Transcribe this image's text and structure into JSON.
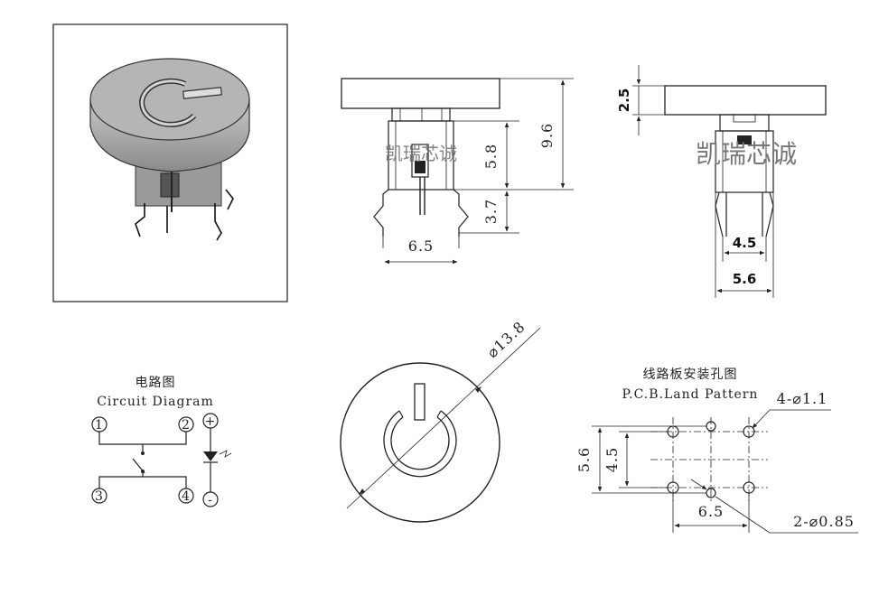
{
  "watermark": "凯瑞芯诚",
  "side_view": {
    "width": "6.5",
    "stem_height": "5.8",
    "pin_height": "3.7",
    "total_height": "9.6"
  },
  "right_view": {
    "cap_height": "2.5",
    "inner_width": "4.5",
    "outer_width": "5.6"
  },
  "circuit": {
    "title_cn": "电路图",
    "title_en": "Circuit Diagram",
    "pins": [
      "1",
      "2",
      "3",
      "4"
    ],
    "plus": "+",
    "minus": "-"
  },
  "top_view": {
    "diameter": "⌀13.8"
  },
  "land_pattern": {
    "title_cn": "线路板安装孔图",
    "title_en": "P.C.B.Land Pattern",
    "big_holes": "4-⌀1.1",
    "small_holes": "2-⌀0.85",
    "height_outer": "5.6",
    "height_inner": "4.5",
    "width": "6.5"
  }
}
